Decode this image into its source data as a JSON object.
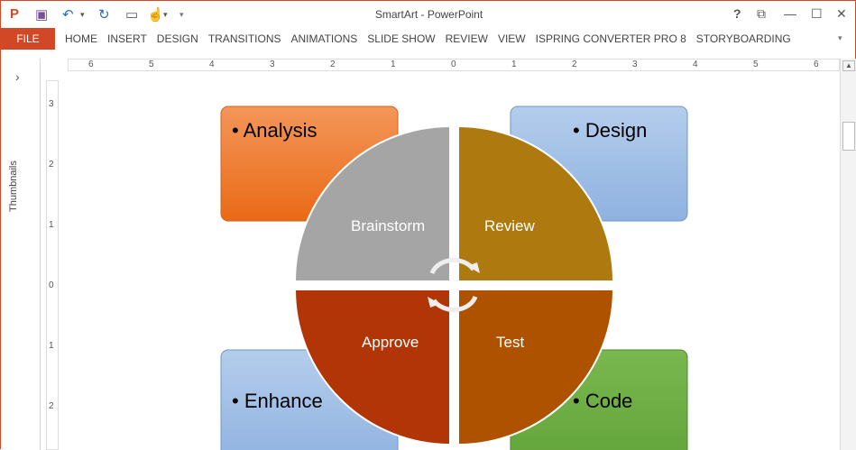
{
  "window": {
    "title": "SmartArt - PowerPoint",
    "help": "?",
    "minimize": "—",
    "restore": "☐",
    "close": "✕",
    "ribbon_display": "⧉"
  },
  "qat": {
    "undo": "↶",
    "redo": "↻",
    "more": "▾"
  },
  "ribbon": {
    "file": "FILE",
    "tabs": [
      "HOME",
      "INSERT",
      "DESIGN",
      "TRANSITIONS",
      "ANIMATIONS",
      "SLIDE SHOW",
      "REVIEW",
      "VIEW",
      "ISPRING CONVERTER PRO 8",
      "STORYBOARDING"
    ]
  },
  "thumbnails": {
    "label": "Thumbnails",
    "expand": "›"
  },
  "ruler": {
    "horizontal": [
      "6",
      "5",
      "4",
      "3",
      "2",
      "1",
      "0",
      "1",
      "2",
      "3",
      "4",
      "5",
      "6"
    ],
    "vertical": [
      "3",
      "2",
      "1",
      "0",
      "1",
      "2"
    ]
  },
  "smartart": {
    "boxes": [
      "Analysis",
      "Design",
      "Enhance",
      "Code"
    ],
    "quadrants": [
      "Brainstorm",
      "Review",
      "Approve",
      "Test"
    ],
    "colors": {
      "brainstorm": "#a5a5a5",
      "review": "#ae7a10",
      "approve": "#b23508",
      "test": "#ae5200",
      "analysis": "#f07a30",
      "design": "#9dbde6",
      "enhance": "#9dbde6",
      "code": "#6fac46"
    }
  }
}
